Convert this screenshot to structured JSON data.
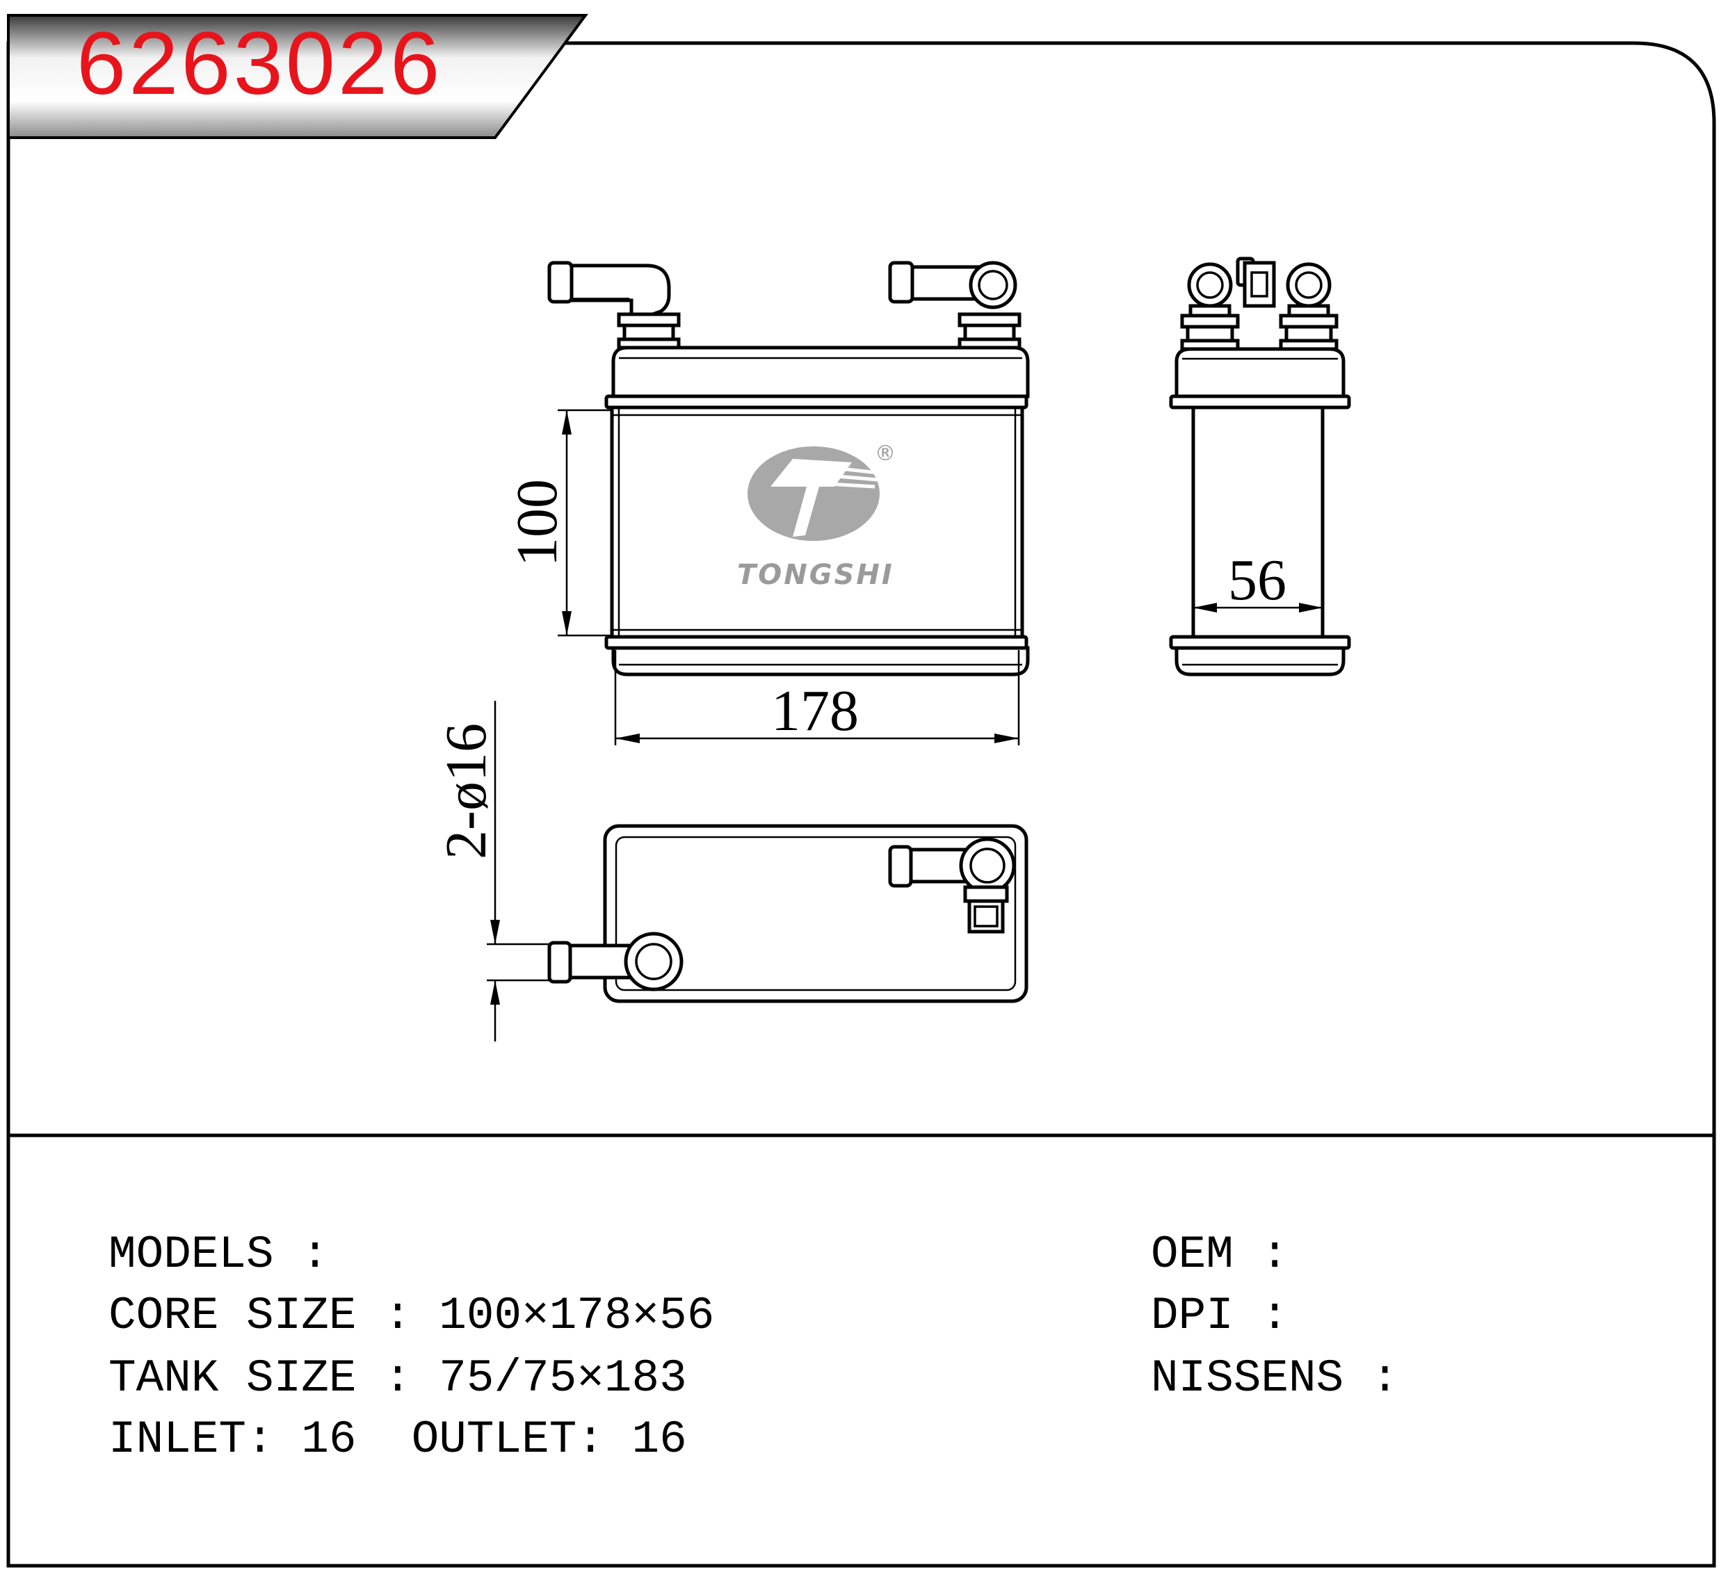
{
  "part_number": "6263026",
  "brand": {
    "logo_text": "TONGSHI",
    "registered_mark": "®"
  },
  "dimensions": {
    "height": "100",
    "width": "178",
    "depth": "56",
    "pipes": "2-ø16"
  },
  "specs": {
    "models_label": "MODELS :",
    "core_size_label": "CORE SIZE :",
    "core_size_value": "100×178×56",
    "tank_size_label": "TANK SIZE :",
    "tank_size_value": "75/75×183",
    "inlet_label": "INLET:",
    "inlet_value": "16",
    "outlet_label": "OUTLET:",
    "outlet_value": "16",
    "oem_label": "OEM :",
    "dpi_label": "DPI :",
    "nissens_label": "NISSENS :"
  },
  "colors": {
    "title": "#e8141c",
    "line": "#000000",
    "logo": "#9a9a9a"
  }
}
